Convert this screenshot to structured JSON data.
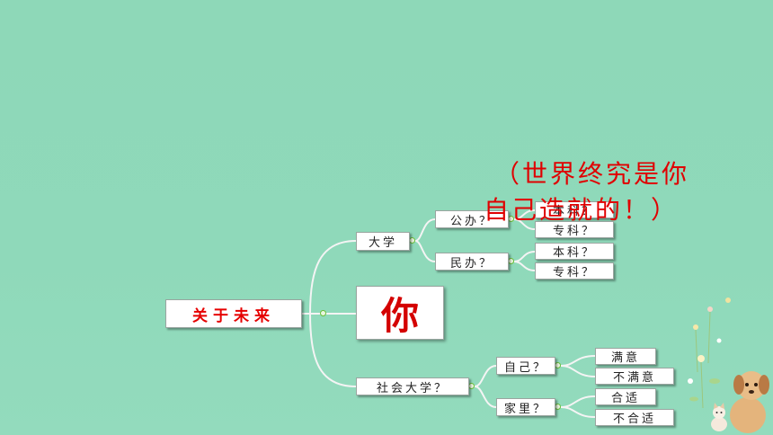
{
  "mindmap": {
    "root": "关于未来",
    "center": "你",
    "branch_university": "大学",
    "node_public": "公办？",
    "node_private": "民办？",
    "pub_bachelor": "本科？",
    "pub_junior": "专科？",
    "pri_bachelor": "本科？",
    "pri_junior": "专科？",
    "branch_society": "社会大学？",
    "node_self": "自己？",
    "node_family": "家里？",
    "self_satisfied": "满意",
    "self_unsatisfied": "不满意",
    "family_suitable": "合适",
    "family_unsuitable": "不合适"
  },
  "slogan": {
    "line1": "（世界终究是你",
    "line2": "自己造就的！）"
  },
  "colors": {
    "background": "#8fd9b9",
    "accent_red": "#e00000",
    "connector": "#f4f4f4"
  },
  "icons": [
    "dog-icon",
    "cat-icon",
    "flowers-icon"
  ]
}
